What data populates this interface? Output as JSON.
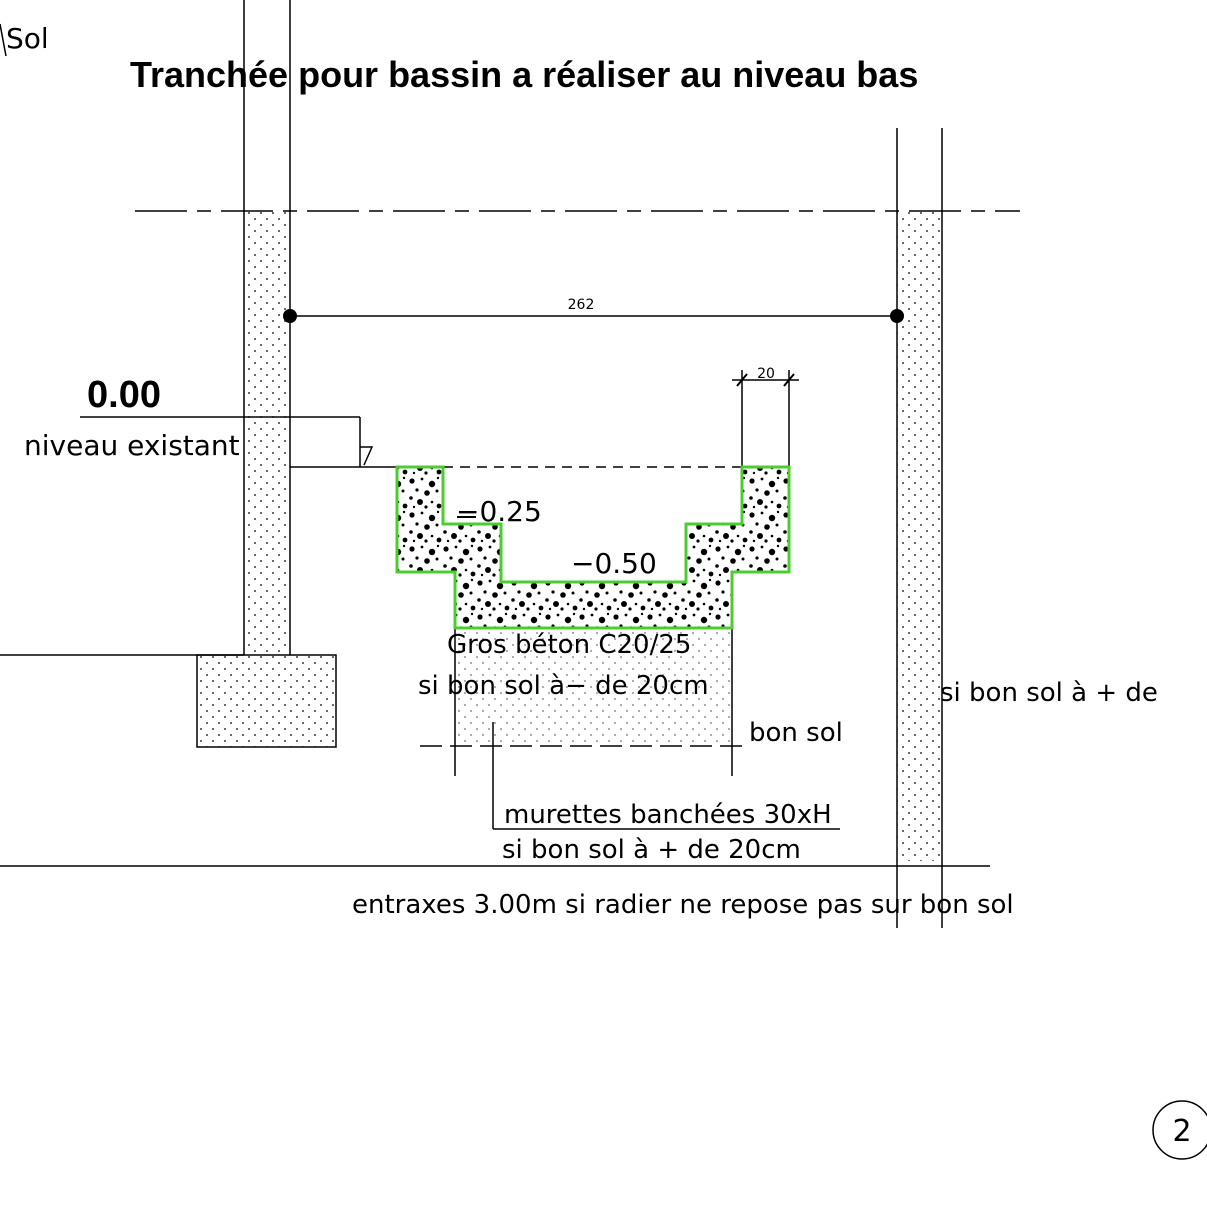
{
  "corner_label": "Sol",
  "title": "Tranchée pour bassin a réaliser au niveau bas",
  "dimensions": {
    "span": "262",
    "wall": "20"
  },
  "level": {
    "value": "0.00",
    "label": "niveau existant"
  },
  "elevations": {
    "step": "−0.25",
    "bottom": "−0.50"
  },
  "notes": {
    "concrete": "Gros béton C20/25",
    "concrete_cond": "si bon sol à− de 20cm",
    "right_cond": "si bon sol à + de",
    "good_soil": "bon sol",
    "walls_line1": "murettes banchées 30xH",
    "walls_line2": "si bon sol à + de 20cm",
    "spacing": "entraxes 3.00m si radier ne repose pas sur bon sol"
  },
  "page_number": "2",
  "colors": {
    "outline": "#4ccc30",
    "ink": "#000000"
  }
}
